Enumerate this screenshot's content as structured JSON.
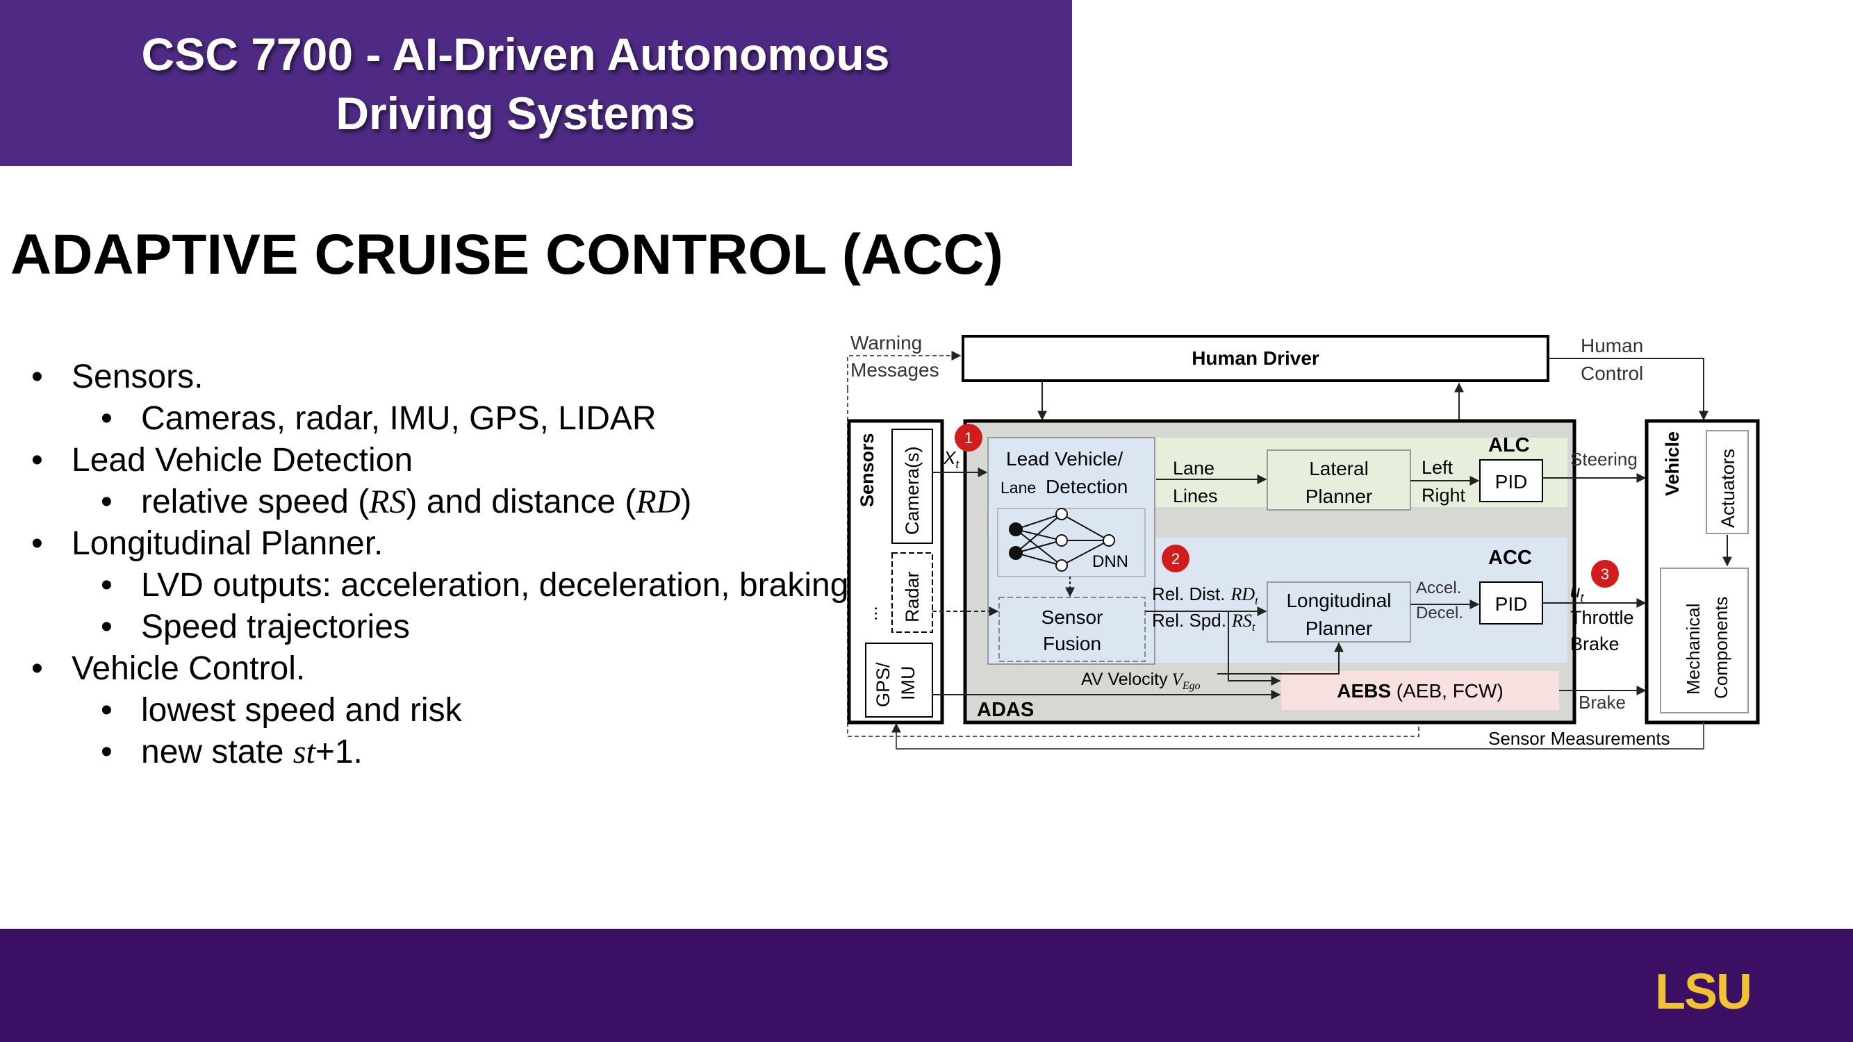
{
  "header": {
    "title_line1": "CSC 7700 - AI-Driven Autonomous",
    "title_line2": "Driving Systems"
  },
  "slide": {
    "title": "ADAPTIVE CRUISE CONTROL (ACC)"
  },
  "bullets": [
    {
      "text": "Sensors."
    },
    {
      "text": "Cameras, radar, IMU, GPS, LIDAR"
    },
    {
      "text": "Lead Vehicle Detection"
    },
    {
      "pre": "relative speed (",
      "m1": "RS",
      "mid": ") and distance (",
      "m2": "RD",
      "post": ")"
    },
    {
      "text": "Longitudinal Planner."
    },
    {
      "text": "LVD outputs: acceleration, deceleration, braking"
    },
    {
      "text": "Speed trajectories"
    },
    {
      "text": "Vehicle Control."
    },
    {
      "text": "lowest speed and risk"
    },
    {
      "pre": "new state ",
      "m1": "st",
      "post": "+1."
    }
  ],
  "diagram": {
    "warning_messages": [
      "Warning",
      "Messages"
    ],
    "human_driver": "Human Driver",
    "human_control": [
      "Human",
      "Control"
    ],
    "sensors": "Sensors",
    "cameras": "Camera(s)",
    "radar": "Radar",
    "ellipsis": "...",
    "gps_imu": [
      "GPS/",
      "IMU"
    ],
    "xt": "X",
    "xt_sub": "t",
    "lead_vehicle": "Lead Vehicle/",
    "lane_detection_small": "Lane",
    "lane_detection": "Detection",
    "dnn": "DNN",
    "sensor_fusion": [
      "Sensor",
      "Fusion"
    ],
    "lane_lines": [
      "Lane",
      "Lines"
    ],
    "lateral_planner": [
      "Lateral",
      "Planner"
    ],
    "left_right": [
      "Left",
      "Right"
    ],
    "alc": "ALC",
    "pid": "PID",
    "acc": "ACC",
    "rel_dist": "Rel. Dist.",
    "rd": "RD",
    "rel_spd": "Rel. Spd.",
    "rs": "RS",
    "t": "t",
    "longitudinal_planner": [
      "Longitudinal",
      "Planner"
    ],
    "accel": "Accel.",
    "decel": "Decel.",
    "ut": "u",
    "av_velocity": "AV Velocity",
    "vego": "V",
    "vego_sub": "Ego",
    "aebs_bold": "AEBS",
    "aebs_rest": " (AEB, FCW)",
    "adas": "ADAS",
    "steering": "Steering",
    "throttle": "Throttle",
    "brake": "Brake",
    "brake2": "Brake",
    "vehicle": "Vehicle",
    "actuators": "Actuators",
    "mech_components": [
      "Mechanical",
      "Components"
    ],
    "sensor_measurements": "Sensor Measurements",
    "badges": [
      "1",
      "2",
      "3"
    ]
  },
  "logo": {
    "text": "LSU"
  },
  "colors": {
    "header": "#4e2a84",
    "footer": "#3a0f64",
    "logo_gold": "#f1c232",
    "badge_red": "#d01c1c",
    "adas_gray": "#d7d7d4",
    "planner_blue": "#dce6f2",
    "aebs_pink": "#f7e0df",
    "alc_green": "#e6efdb"
  }
}
